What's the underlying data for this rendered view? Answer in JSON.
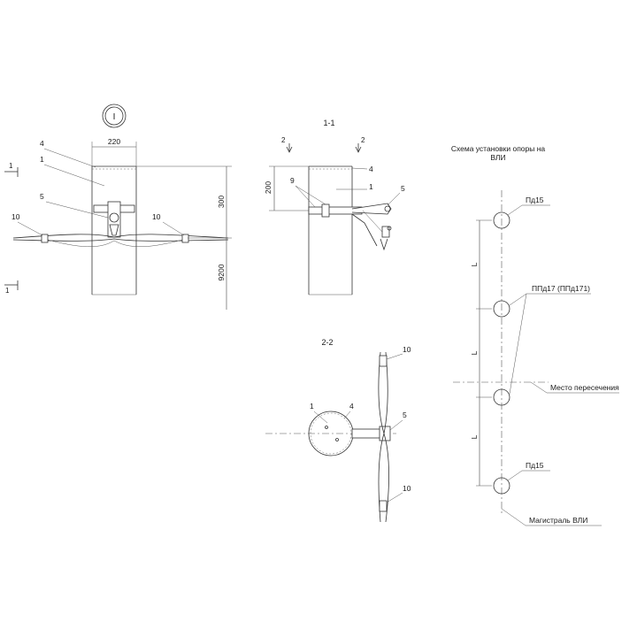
{
  "view_marker": "I",
  "dims": {
    "pole_width": "220",
    "top_offset": "300",
    "height": "9200",
    "side_offset": "200"
  },
  "section_labels": {
    "s1": "1-1",
    "s2": "2-2",
    "arrow1": "1",
    "arrow2": "2"
  },
  "callouts": {
    "c1": "1",
    "c4": "4",
    "c5": "5",
    "c9": "9",
    "c10": "10"
  },
  "scheme": {
    "title_line1": "Схема установки опоры на",
    "title_line2": "ВЛИ",
    "pd15": "Пд15",
    "ppd17": "ППд17 (ППд171)",
    "crossing": "Место пересечения",
    "main": "Магистраль ВЛИ",
    "span": "L"
  },
  "colors": {
    "line": "#333333",
    "background": "#ffffff"
  }
}
